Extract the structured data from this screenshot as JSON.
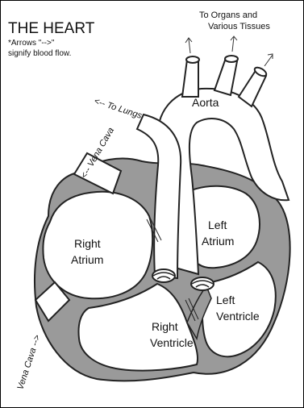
{
  "title": "THE HEART",
  "note": {
    "line1": "*Arrows \"-->\"",
    "line2": "signify blood flow."
  },
  "labels": {
    "organs_line1": "To Organs and",
    "organs_line2": "Various Tissues",
    "to_lungs": "<-- To Lungs",
    "vena_cava_top": "<-- Vena Cava",
    "vena_cava_bottom": "Vena Cava -->",
    "aorta": "Aorta",
    "left_atrium_line1": "Left",
    "left_atrium_line2": "Atrium",
    "right_atrium_line1": "Right",
    "right_atrium_line2": "Atrium",
    "left_ventricle_line1": "Left",
    "left_ventricle_line2": "Ventricle",
    "right_ventricle_line1": "Right",
    "right_ventricle_line2": "Ventricle"
  },
  "colors": {
    "outline": "#222222",
    "wall_fill": "#9a9a9a",
    "chamber_fill": "#ffffff"
  }
}
